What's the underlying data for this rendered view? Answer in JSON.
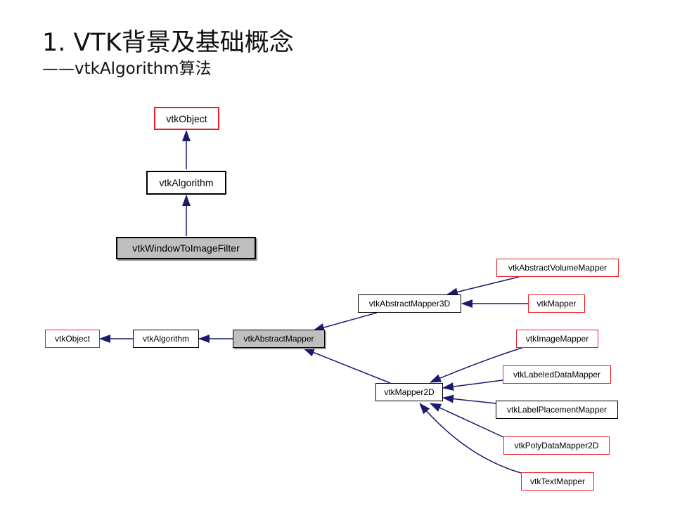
{
  "slide": {
    "title": "1. VTK背景及基础概念",
    "subtitle": "——vtkAlgorithm算法"
  },
  "diagram_top": {
    "nodes": [
      {
        "id": "obj",
        "label": "vtkObject",
        "border": "red"
      },
      {
        "id": "alg",
        "label": "vtkAlgorithm",
        "border": "black"
      },
      {
        "id": "w2i",
        "label": "vtkWindowToImageFilter",
        "border": "black",
        "highlight": true
      }
    ]
  },
  "diagram_bottom": {
    "nodes": [
      {
        "id": "obj",
        "label": "vtkObject",
        "border": "red"
      },
      {
        "id": "alg",
        "label": "vtkAlgorithm",
        "border": "black"
      },
      {
        "id": "am",
        "label": "vtkAbstractMapper",
        "border": "black",
        "highlight": true
      },
      {
        "id": "am3d",
        "label": "vtkAbstractMapper3D",
        "border": "black"
      },
      {
        "id": "avm",
        "label": "vtkAbstractVolumeMapper",
        "border": "red"
      },
      {
        "id": "map",
        "label": "vtkMapper",
        "border": "red"
      },
      {
        "id": "m2d",
        "label": "vtkMapper2D",
        "border": "black"
      },
      {
        "id": "img",
        "label": "vtkImageMapper",
        "border": "red"
      },
      {
        "id": "ldm",
        "label": "vtkLabeledDataMapper",
        "border": "red"
      },
      {
        "id": "lpm",
        "label": "vtkLabelPlacementMapper",
        "border": "black"
      },
      {
        "id": "pdm",
        "label": "vtkPolyDataMapper2D",
        "border": "red"
      },
      {
        "id": "txt",
        "label": "vtkTextMapper",
        "border": "red"
      }
    ]
  },
  "colors": {
    "edge": "#1a1a6e",
    "red_border": "#ee1c25",
    "highlight_fill": "#bfbfbf"
  }
}
